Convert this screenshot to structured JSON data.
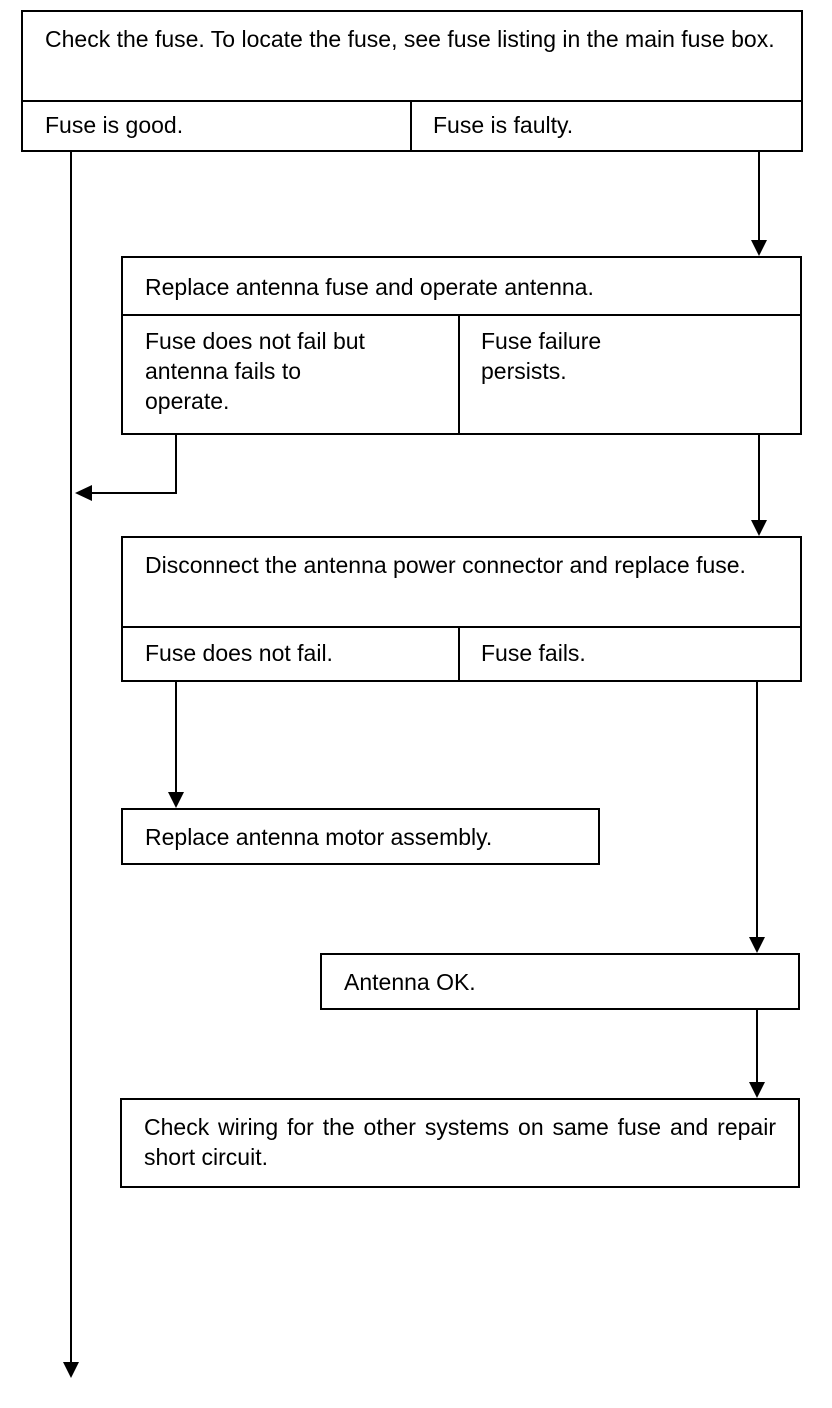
{
  "flowchart": {
    "step1": {
      "instruction": "Check the fuse.  To locate the fuse, see fuse listing in the main fuse box.",
      "outcome_left": "Fuse is good.",
      "outcome_right": "Fuse is faulty."
    },
    "step2": {
      "instruction": "Replace antenna fuse and operate antenna.",
      "outcome_left": "Fuse does not fail but antenna fails to operate.",
      "outcome_right": "Fuse failure persists."
    },
    "step3": {
      "instruction": "Disconnect the antenna power connector and replace fuse.",
      "outcome_left": "Fuse does not fail.",
      "outcome_right": "Fuse fails."
    },
    "action_motor": "Replace antenna motor assembly.",
    "result_ok": "Antenna OK.",
    "action_wiring": "Check wiring for the other systems on same fuse and repair short circuit."
  }
}
